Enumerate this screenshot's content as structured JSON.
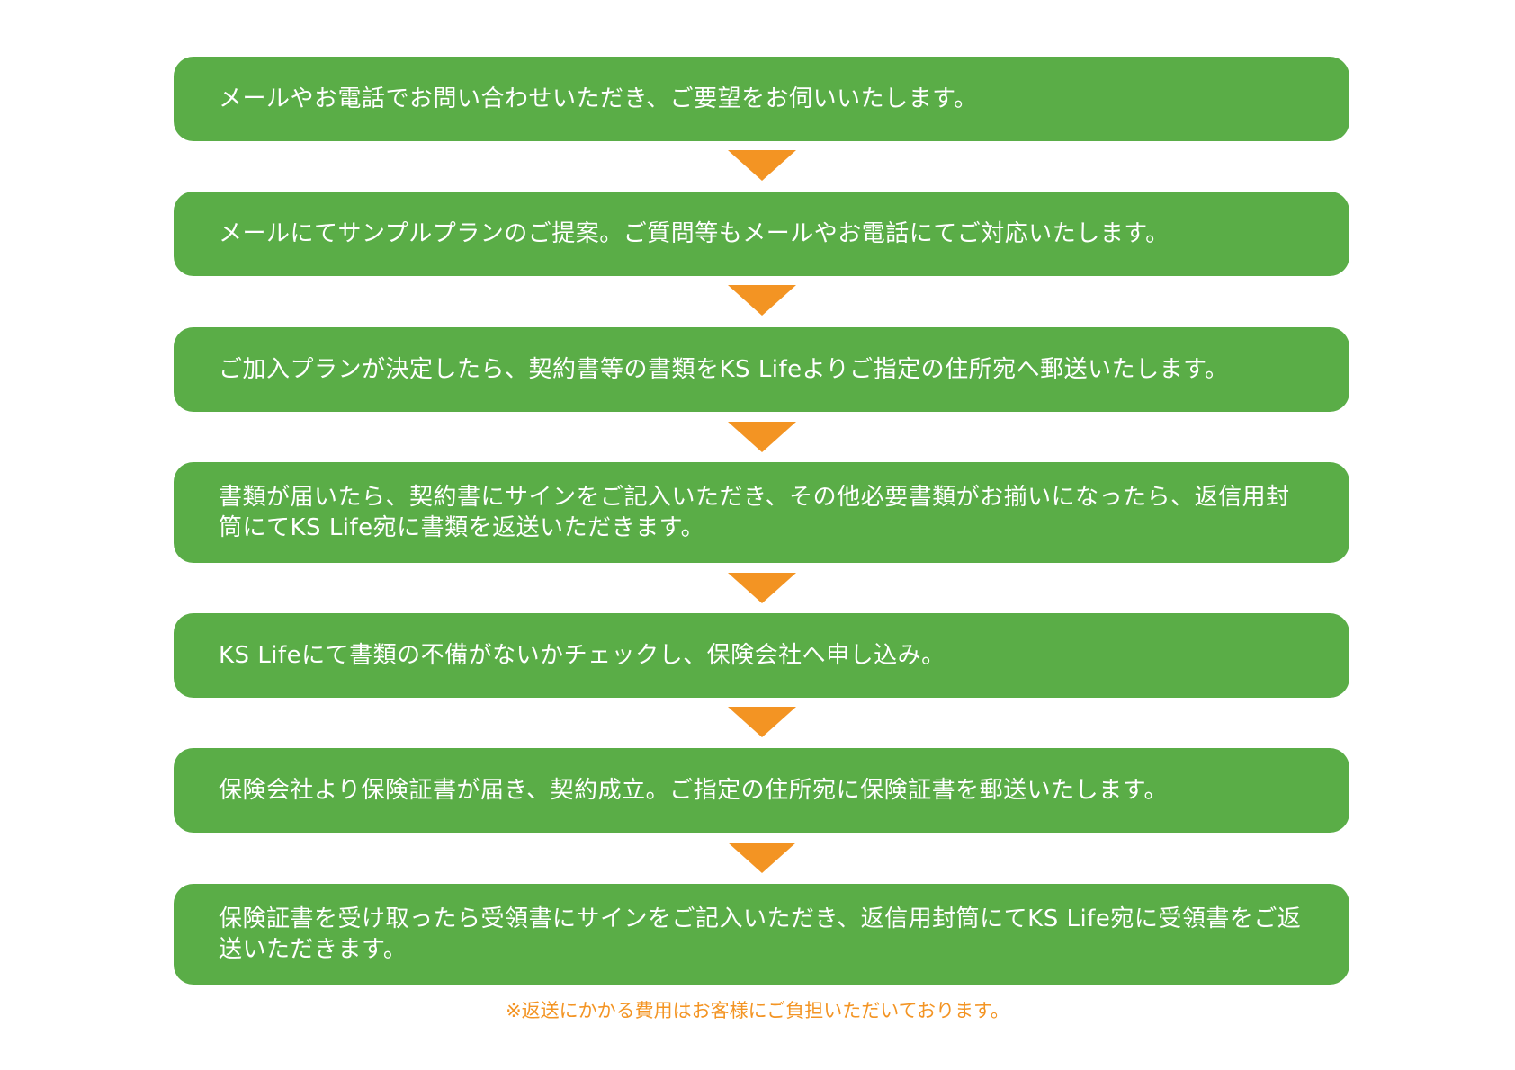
{
  "steps": [
    {
      "text": "メールやお電話でお問い合わせいただき、ご要望をお伺いいたします。"
    },
    {
      "text": "メールにてサンプルプランのご提案。ご質問等もメールやお電話にてご対応いたします。"
    },
    {
      "text": "ご加入プランが決定したら、契約書等の書類をKS Lifeよりご指定の住所宛へ郵送いたします。"
    },
    {
      "text": "書類が届いたら、契約書にサインをご記入いただき、その他必要書類がお揃いになったら、返信用封筒にてKS Life宛に書類を返送いただきます。"
    },
    {
      "text": "KS Lifeにて書類の不備がないかチェックし、保険会社へ申し込み。"
    },
    {
      "text": "保険会社より保険証書が届き、契約成立。ご指定の住所宛に保険証書を郵送いたします。"
    },
    {
      "text": "保険証書を受け取ったら受領書にサインをご記入いただき、返信用封筒にてKS Life宛に受領書をご返送いただきます。"
    }
  ],
  "note": "※返送にかかる費用はお客様にご負担いただいております。",
  "colors": {
    "step_bg": "#5aad47",
    "arrow": "#f39423",
    "note": "#f39423"
  }
}
